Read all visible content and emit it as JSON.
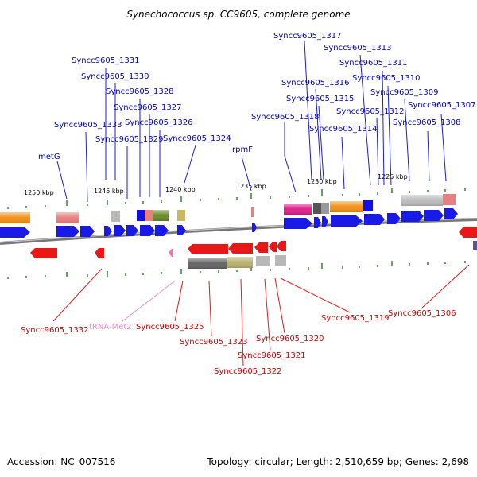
{
  "title": "Synechococcus sp. CC9605, complete genome",
  "footer": {
    "accession": "Accession: NC_007516",
    "info": "Topology: circular; Length: 2,510,659 bp; Genes: 2,698"
  },
  "colors": {
    "forward_label": "#0000cc",
    "reverse_label": "#cc0000",
    "trna_label": "#ee88cc",
    "backbone": "#888888",
    "tick": "#228822"
  },
  "kbp_ticks": [
    "1250 kbp",
    "1245 kbp",
    "1240 kbp",
    "1235 kbp",
    "1230 kbp",
    "1225 kbp"
  ],
  "forward_labels": [
    "metG",
    "Syncc9605_1333",
    "Syncc9605_1331",
    "Syncc9605_1330",
    "Syncc9605_1329",
    "Syncc9605_1328",
    "Syncc9605_1327",
    "Syncc9605_1326",
    "Syncc9605_1324",
    "rpmF",
    "Syncc9605_1318",
    "Syncc9605_1317",
    "Syncc9605_1316",
    "Syncc9605_1315",
    "Syncc9605_1314",
    "Syncc9605_1313",
    "Syncc9605_1312",
    "Syncc9605_1311",
    "Syncc9605_1310",
    "Syncc9605_1309",
    "Syncc9605_1308",
    "Syncc9605_1307"
  ],
  "reverse_labels": [
    "Syncc9605_1332",
    "tRNA-Met2",
    "Syncc9605_1325",
    "Syncc9605_1323",
    "Syncc9605_1322",
    "Syncc9605_1321",
    "Syncc9605_1320",
    "Syncc9605_1319",
    "Syncc9605_1306"
  ]
}
